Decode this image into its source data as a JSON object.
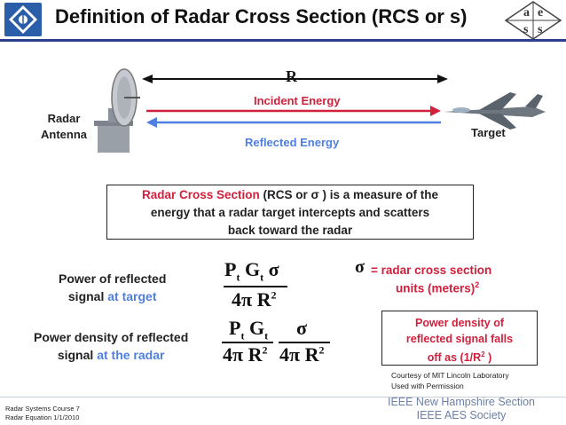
{
  "header": {
    "title": "Definition of Radar Cross Section (RCS or s)",
    "logo_right_letters": [
      "a",
      "e",
      "s",
      "s"
    ]
  },
  "diagram": {
    "range_label": "R",
    "incident_label": "Incident Energy",
    "reflected_label": "Reflected Energy",
    "radar_label_line1": "Radar",
    "radar_label_line2": "Antenna",
    "target_label": "Target"
  },
  "rcs_box": {
    "term": "Radar Cross Section",
    "line1_rest": " (RCS or σ ) is a measure of the",
    "line2": "energy that a radar target intercepts and scatters",
    "line3": "back toward the radar"
  },
  "formulas": {
    "target_label_line1": "Power of reflected",
    "target_label_line2_prefix": "signal ",
    "target_label_line2_highlight": "at target",
    "radar_label_line1": "Power density of reflected",
    "radar_label_line2_prefix": "signal ",
    "radar_label_line2_highlight": "at the radar",
    "P": "P",
    "G": "G",
    "sub_t": "t",
    "sigma": "σ",
    "four_pi": "4π",
    "R": "R",
    "exp2": "2"
  },
  "sigma_def": {
    "symbol": "σ",
    "line1": "=  radar cross section",
    "line2": "units (meters)",
    "line2_sup": "2"
  },
  "power_density_box": {
    "line1": "Power density of",
    "line2": "reflected signal falls",
    "line3_prefix": "off as (1/R",
    "line3_sup": "2",
    "line3_suffix": " )"
  },
  "courtesy": {
    "line1": "Courtesy of MIT Lincoln Laboratory",
    "line2": "Used with Permission"
  },
  "footer": {
    "course": "Radar Systems Course   7",
    "topic": "Radar Equation  1/1/2010",
    "org_line1": "IEEE New Hampshire Section",
    "org_line2": "IEEE AES Society"
  },
  "colors": {
    "title_rule": "#2b3f8c",
    "incident": "#d1203c",
    "reflected": "#4f7fe0",
    "footer_org": "#6d7fa3"
  }
}
